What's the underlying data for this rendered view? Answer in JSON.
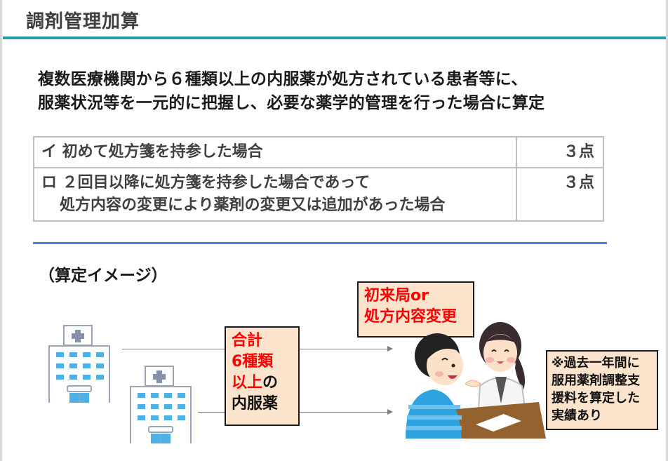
{
  "header": {
    "title": "調剤管理加算"
  },
  "lead": {
    "line1": "複数医療機関から６種類以上の内服薬が処方されている患者等に、",
    "line2": "服薬状況等を一元的に把握し、必要な薬学的管理を行った場合に算定"
  },
  "fee_table": {
    "rows": [
      {
        "item_line1": "イ 初めて処方箋を持参した場合",
        "item_line2": "",
        "points": "３点"
      },
      {
        "item_line1": "ロ ２回目以降に処方箋を持参した場合であって",
        "item_line2": "処方内容の変更により薬剤の変更又は追加があった場合",
        "points": "３点"
      }
    ]
  },
  "image_section": {
    "label": "（算定イメージ）",
    "total_box": {
      "line1_red": "合計",
      "line2_red": "6種類",
      "line3_red": "以上",
      "line3_black": "の",
      "line4_black": "内服薬"
    },
    "condition_box": {
      "line1": "初来局or",
      "line2": "処方内容変更"
    },
    "note_box": {
      "line1": "※過去一年間に",
      "line2": "服用薬剤調整支",
      "line3": "援料を算定した",
      "line4": "実績あり"
    },
    "icons": [
      "hospital-icon",
      "hospital-icon",
      "patient-pharmacist-illustration"
    ]
  },
  "colors": {
    "title_rule": "#26a0aa",
    "section_rule": "#4a86e0",
    "box_fill": "#fce4cc",
    "emphasis_red": "#ff0000",
    "hospital_window": "#4fb0e6"
  }
}
